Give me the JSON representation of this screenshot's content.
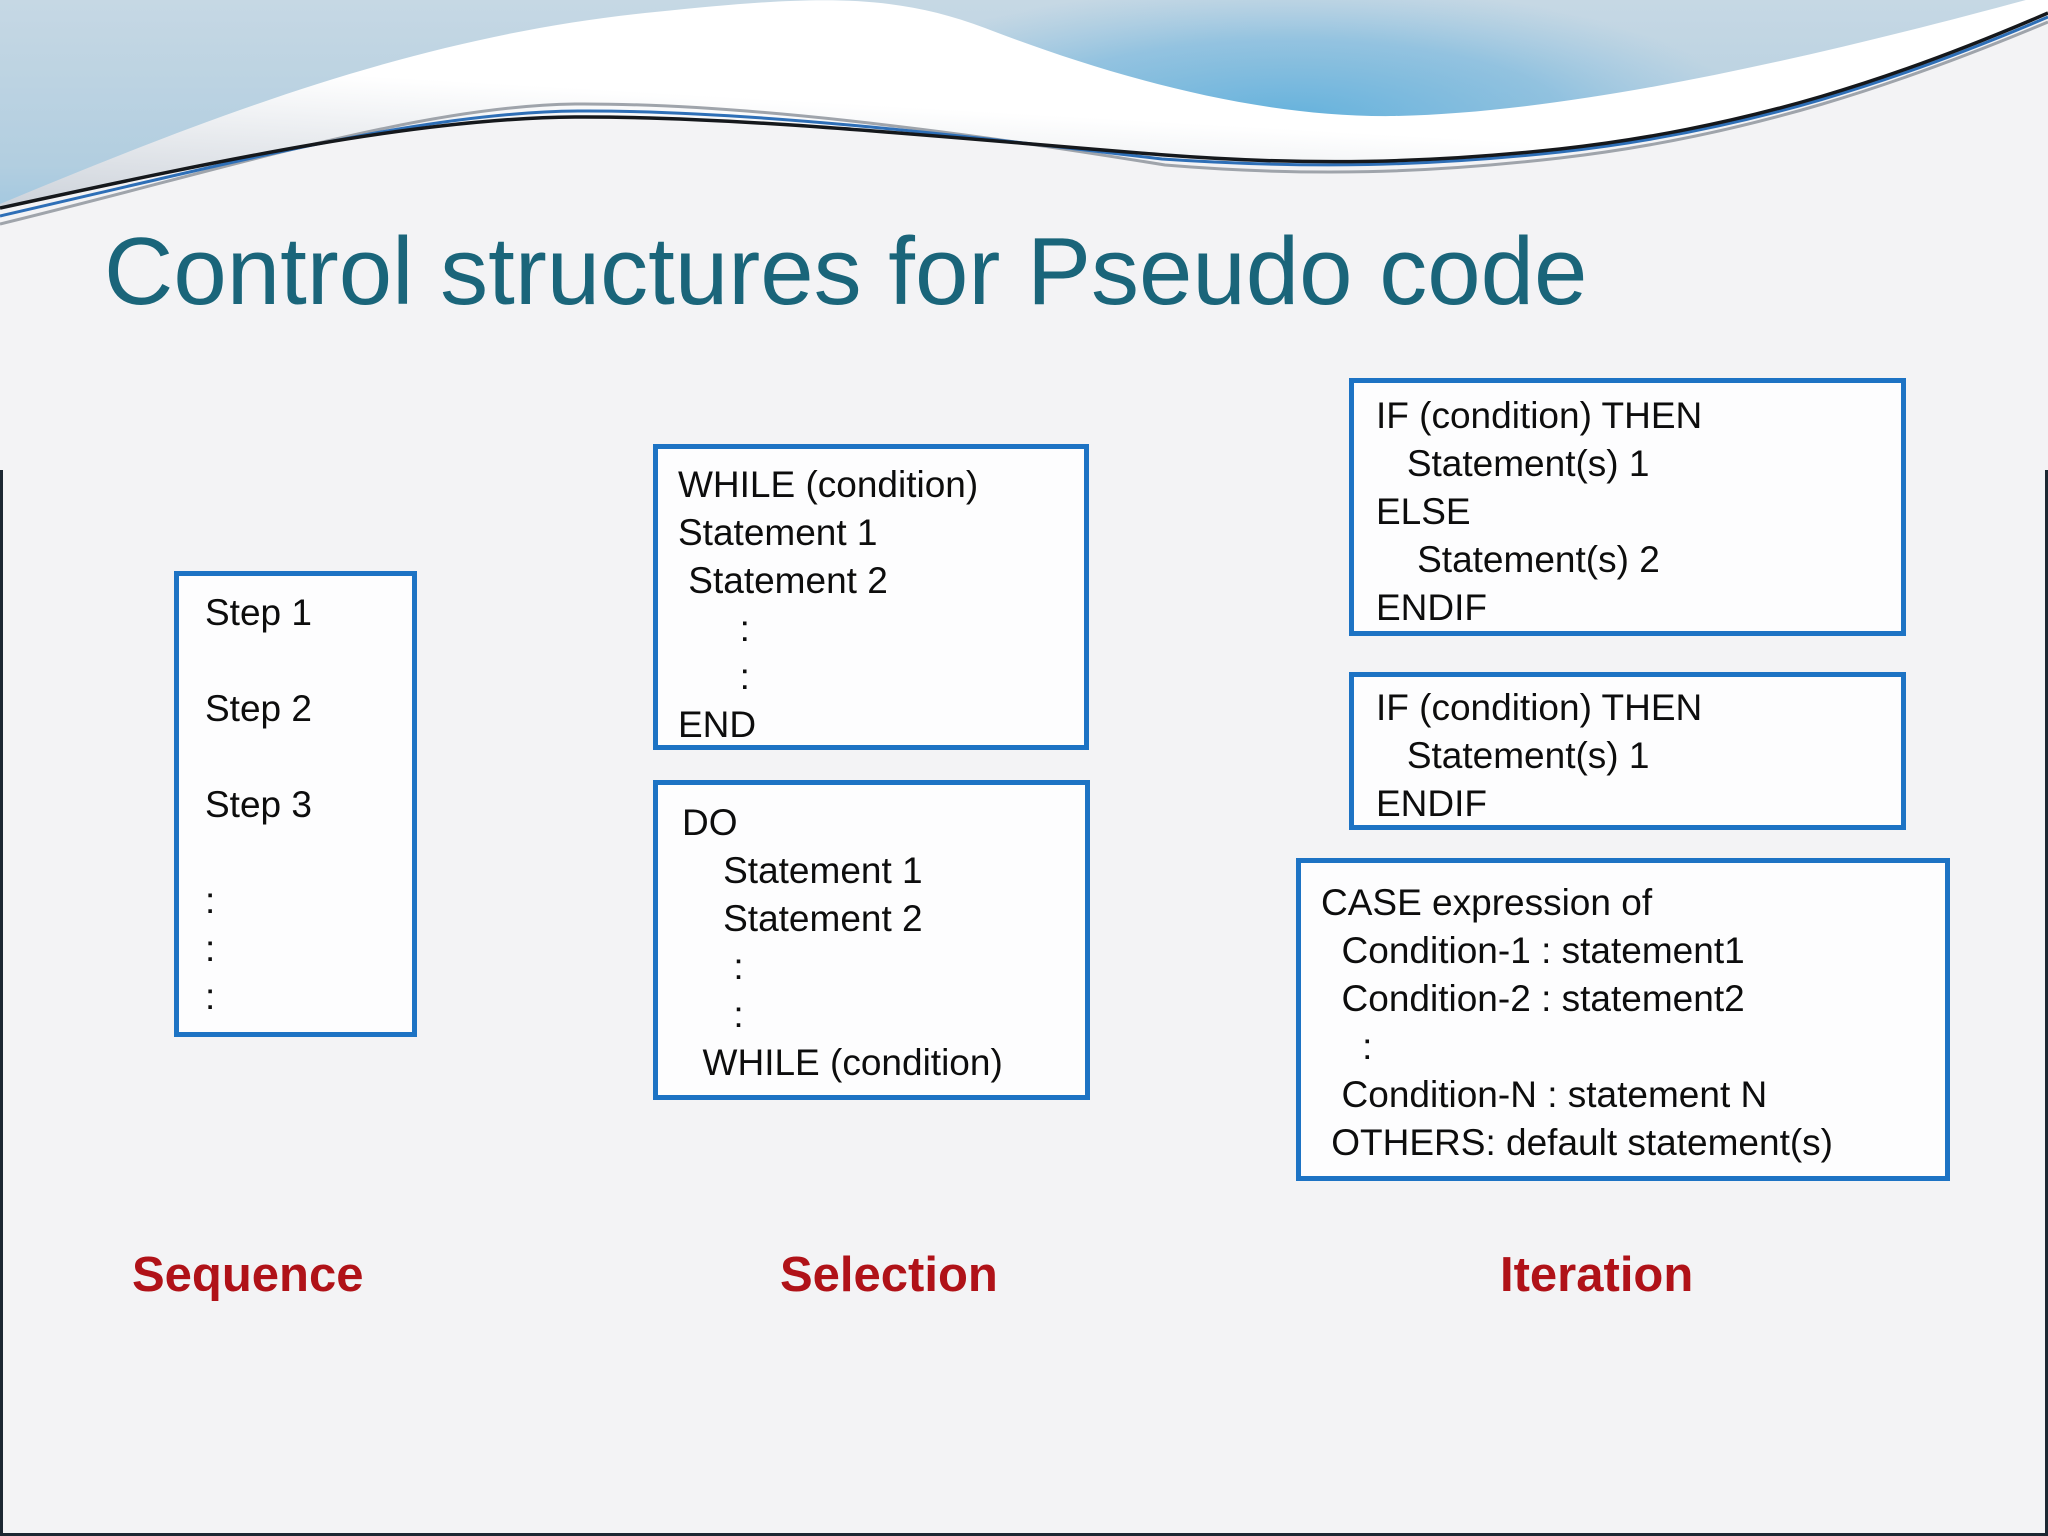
{
  "slide": {
    "title": "Control structures for Pseudo code"
  },
  "columns": [
    {
      "label": "Sequence",
      "boxes": [
        {
          "name": "sequence-steps",
          "lines": [
            "Step 1",
            "",
            "Step 2",
            "",
            "Step 3",
            "",
            ":",
            ":",
            ":"
          ]
        }
      ]
    },
    {
      "label": "Selection",
      "boxes": [
        {
          "name": "while-loop",
          "lines": [
            "WHILE (condition)",
            "Statement 1",
            " Statement 2",
            "      :",
            "      :",
            "END"
          ]
        },
        {
          "name": "do-while-loop",
          "lines": [
            "DO",
            "    Statement 1",
            "    Statement 2",
            "     :",
            "     :",
            "  WHILE (condition)"
          ]
        }
      ]
    },
    {
      "label": "Iteration",
      "boxes": [
        {
          "name": "if-else",
          "lines": [
            "IF (condition) THEN",
            "   Statement(s) 1",
            "ELSE",
            "    Statement(s) 2",
            "ENDIF"
          ]
        },
        {
          "name": "if",
          "lines": [
            "IF (condition) THEN",
            "   Statement(s) 1",
            "ENDIF"
          ]
        },
        {
          "name": "case",
          "lines": [
            "CASE expression of",
            "  Condition-1 : statement1",
            "  Condition-2 : statement2",
            "    :",
            "  Condition-N : statement N",
            " OTHERS: default statement(s)"
          ]
        }
      ]
    }
  ],
  "colors": {
    "background": "#f3f3f5",
    "frame_border": "#1c2732",
    "title_teal": "#1a657a",
    "box_border_blue": "#1d73c4",
    "box_background": "#fdfdfe",
    "code_text": "#0d0d0d",
    "label_red": "#b01218",
    "sky_top": "#c6d8e4",
    "sky_deep": "#6fb4dd",
    "wave_line_black": "#15181c",
    "wave_line_gray": "#9fa4ab",
    "wave_line_blue": "#2e6fb7"
  }
}
